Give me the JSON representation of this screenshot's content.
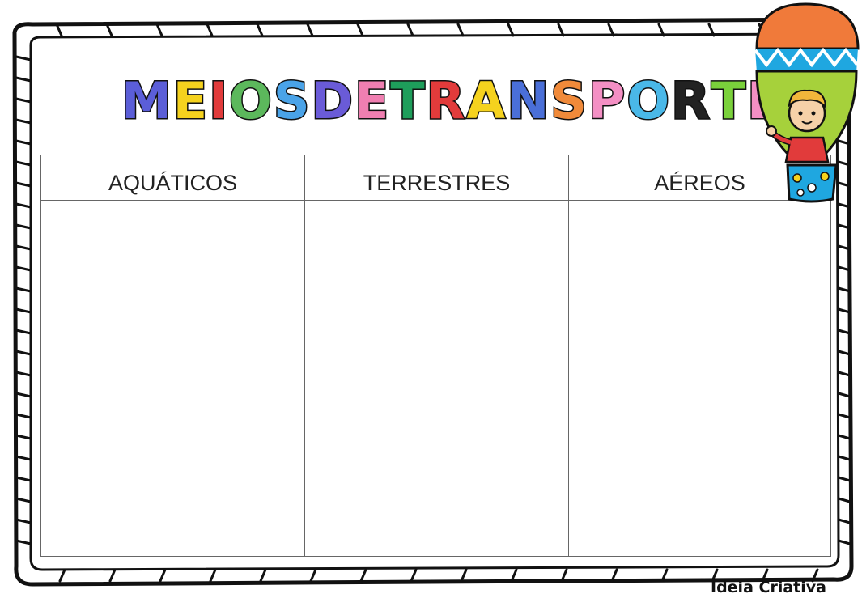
{
  "title": {
    "letters": [
      "M",
      "E",
      "I",
      "O",
      "S",
      " ",
      "D",
      "E",
      " ",
      "T",
      "R",
      "A",
      "N",
      "S",
      "P",
      "O",
      "R",
      "T",
      "E"
    ],
    "colors": [
      "#5b5ed8",
      "#f5d21e",
      "#e13b3b",
      "#5cb85c",
      "#4aa3e8",
      "",
      "#6a5bd8",
      "#f07fb1",
      "",
      "#1e9e5b",
      "#e23b3b",
      "#f5d21e",
      "#4a6fd8",
      "#f08a3a",
      "#f48fc4",
      "#4ab8e8",
      "#222222",
      "#7ad13b",
      "#f48fc4"
    ]
  },
  "table": {
    "headers": [
      "AQUÁTICOS",
      "TERRESTRES",
      "AÉREOS"
    ]
  },
  "credit": "Ideia Criativa"
}
